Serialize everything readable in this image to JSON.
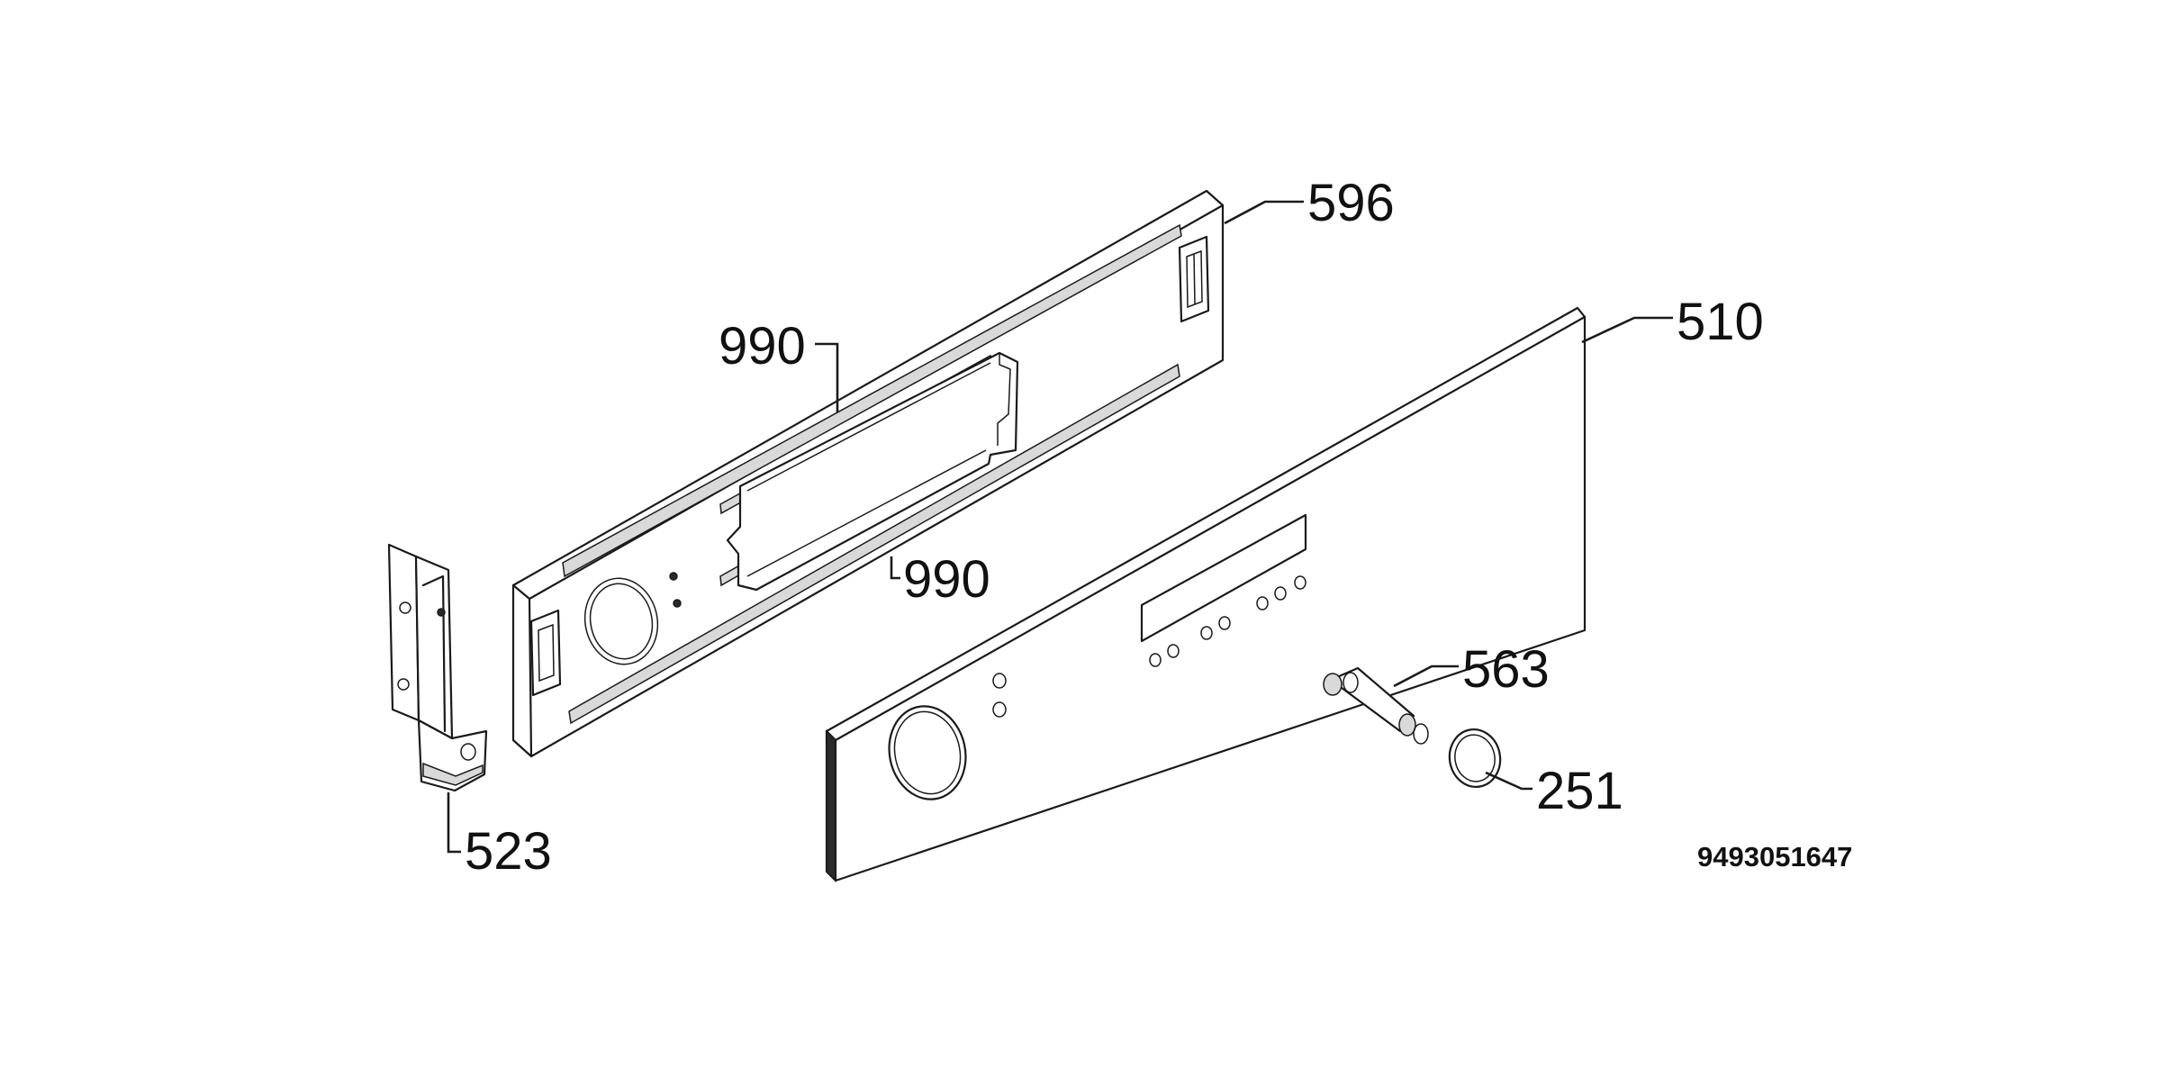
{
  "diagram": {
    "part_labels": {
      "p596": "596",
      "p990a": "990",
      "p990b": "990",
      "p510": "510",
      "p523": "523",
      "p563": "563",
      "p251": "251"
    },
    "drawing_code": "9493051647"
  },
  "colors": {
    "line": "#1a1a1a",
    "background": "#ffffff",
    "shading": "#d9d9d9"
  }
}
